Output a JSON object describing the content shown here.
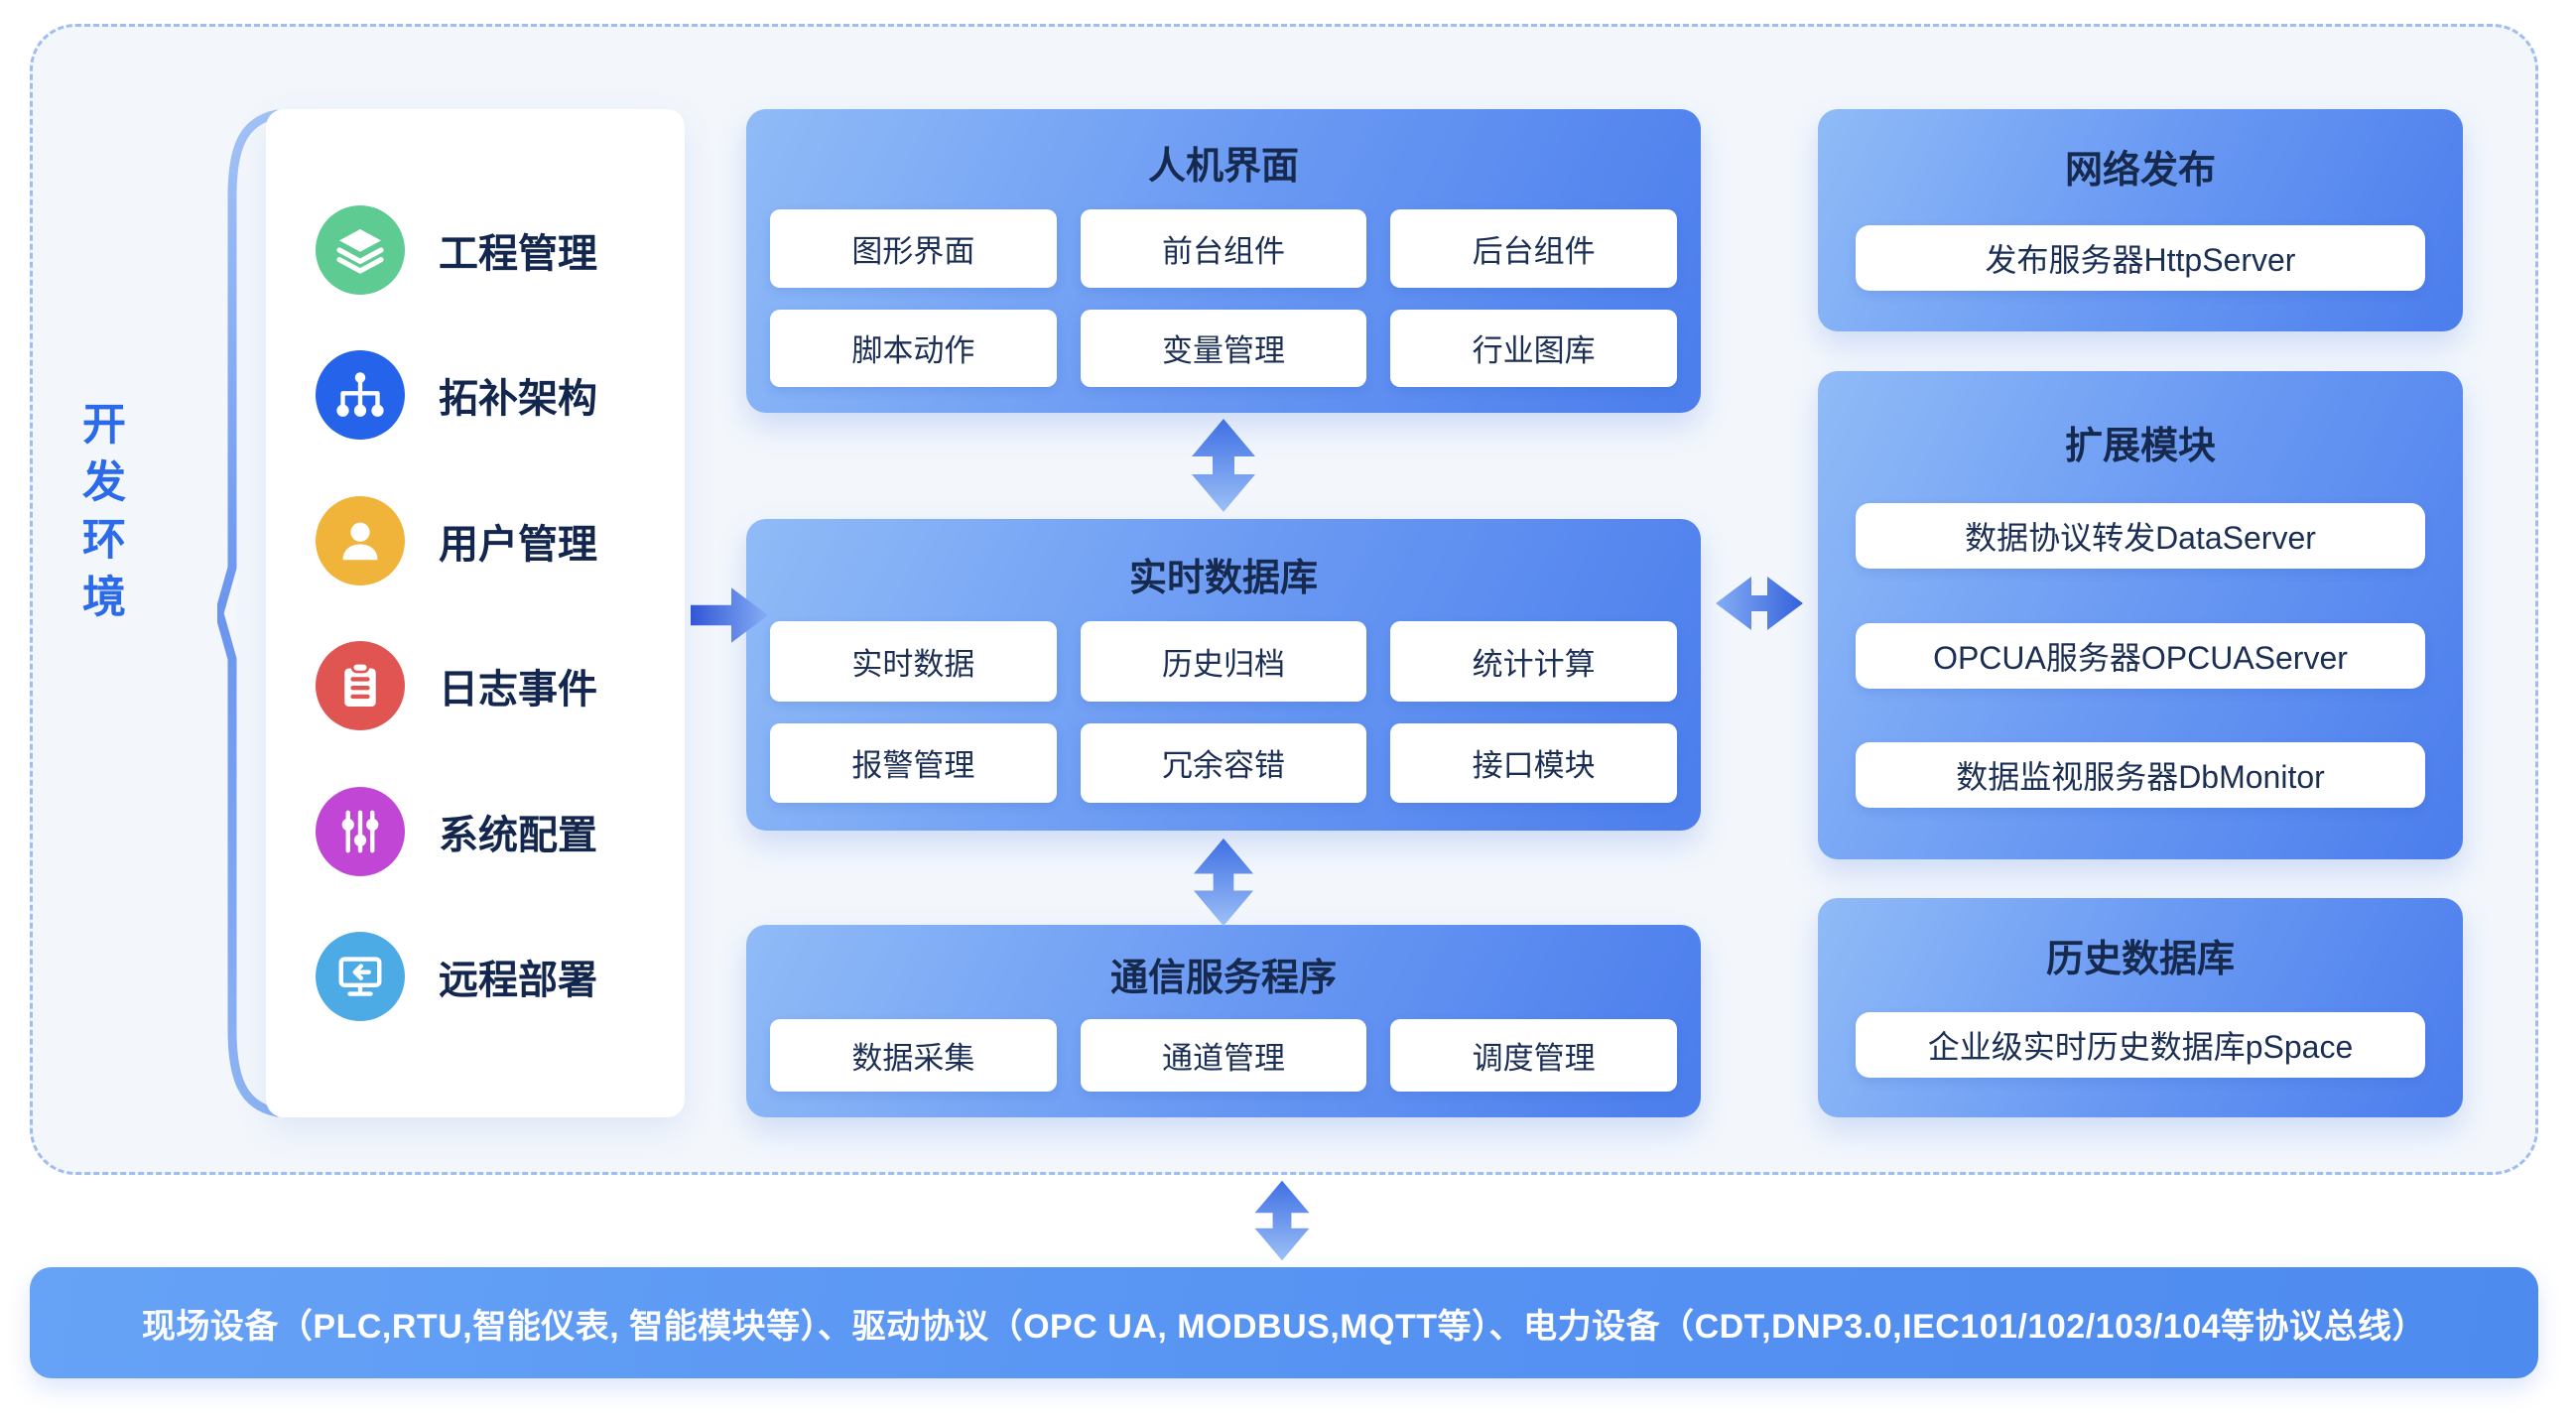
{
  "env": {
    "label": "开发环境"
  },
  "sidebar": {
    "items": [
      {
        "label": "工程管理",
        "icon": "layers-icon",
        "color": "#5ecb92"
      },
      {
        "label": "拓补架构",
        "icon": "topology-icon",
        "color": "#2563eb"
      },
      {
        "label": "用户管理",
        "icon": "user-icon",
        "color": "#f0b43a"
      },
      {
        "label": "日志事件",
        "icon": "clipboard-icon",
        "color": "#e05552"
      },
      {
        "label": "系统配置",
        "icon": "sliders-icon",
        "color": "#c246d6"
      },
      {
        "label": "远程部署",
        "icon": "remote-monitor-icon",
        "color": "#4cabe4"
      }
    ]
  },
  "blocks": {
    "hmi": {
      "title": "人机界面",
      "chips": [
        "图形界面",
        "前台组件",
        "后台组件",
        "脚本动作",
        "变量管理",
        "行业图库"
      ]
    },
    "rtdb": {
      "title": "实时数据库",
      "chips": [
        "实时数据",
        "历史归档",
        "统计计算",
        "报警管理",
        "冗余容错",
        "接口模块"
      ]
    },
    "comm": {
      "title": "通信服务程序",
      "chips": [
        "数据采集",
        "通道管理",
        "调度管理"
      ]
    },
    "web": {
      "title": "网络发布",
      "chips": [
        "发布服务器HttpServer"
      ]
    },
    "ext": {
      "title": "扩展模块",
      "chips": [
        "数据协议转发DataServer",
        "OPCUA服务器OPCUAServer",
        "数据监视服务器DbMonitor"
      ]
    },
    "hist": {
      "title": "历史数据库",
      "chips": [
        "企业级实时历史数据库pSpace"
      ]
    }
  },
  "bus_bar": {
    "text": "现场设备（PLC,RTU,智能仪表, 智能模块等）、驱动协议（OPC UA, MODBUS,MQTT等）、电力设备（CDT,DNP3.0,IEC101/102/103/104等协议总线）"
  },
  "colors": {
    "frame_border": "#9fbdf0",
    "frame_bg": "#f3f7fc",
    "block_gradient_start": "#90bbf7",
    "block_gradient_end": "#4b7dec",
    "title_text": "#16294e",
    "env_label_text": "#2b6ae8",
    "bus_bar_bg": "#5a96f2",
    "bus_bar_text": "#ffffff",
    "arrow_dark": "#3a66de",
    "arrow_light": "#9cc0f7"
  }
}
